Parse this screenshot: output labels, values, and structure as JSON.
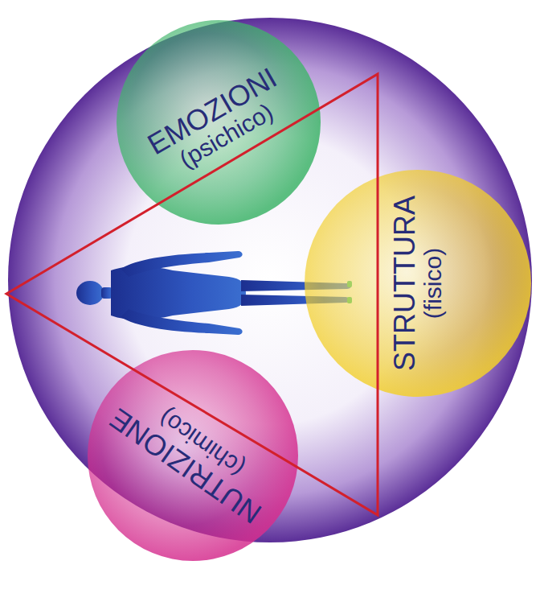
{
  "diagram": {
    "nodes": [
      {
        "text": [
          "EMOZIONI",
          "(psichico)"
        ]
      },
      {
        "text": [
          "STRUTTURA",
          "(fisico)"
        ]
      },
      {
        "text": [
          "NUTRIZIONE",
          "(chimico)"
        ]
      }
    ]
  }
}
